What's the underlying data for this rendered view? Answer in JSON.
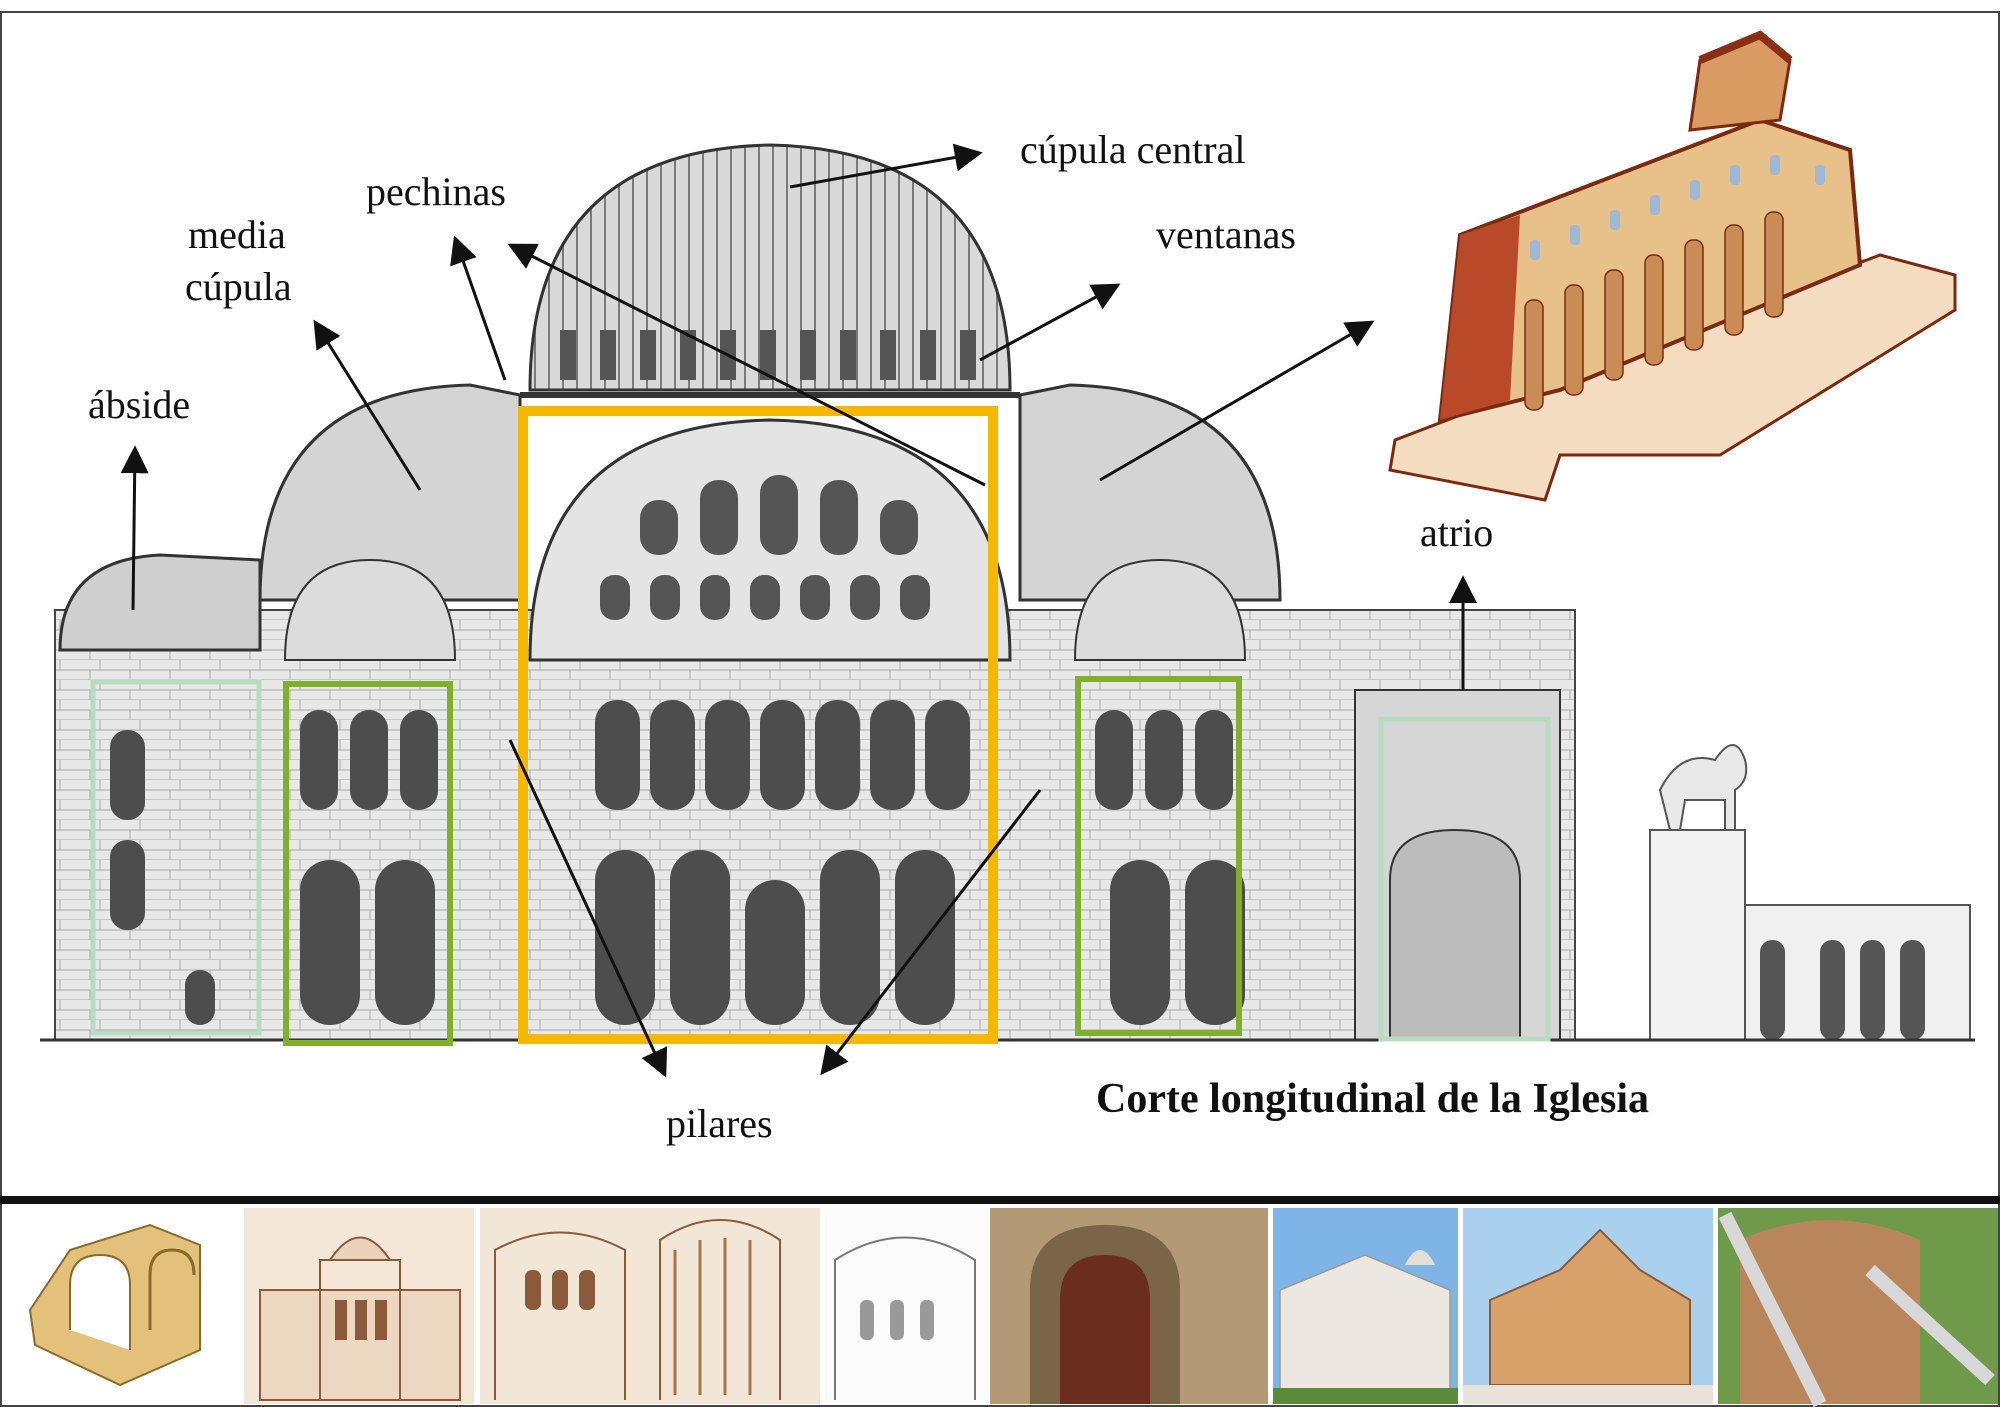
{
  "labels": {
    "cupula_central": "cúpula central",
    "pechinas": "pechinas",
    "media": "media",
    "cupula": "cúpula",
    "ventanas": "ventanas",
    "abside": "ábside",
    "atrio": "atrio",
    "pilares": "pilares"
  },
  "caption": "Corte longitudinal de la Iglesia",
  "colors": {
    "nave_box": "#f5b800",
    "aisle_box": "#7fb02a",
    "end_box": "#b8dcc0",
    "arrow": "#111111"
  },
  "thumbnails": [
    {
      "icon": "vault-model-icon"
    },
    {
      "icon": "facade-drawing-icon"
    },
    {
      "icon": "interior-sections-icon"
    },
    {
      "icon": "interior-drawing-icon"
    },
    {
      "icon": "portal-photo-icon"
    },
    {
      "icon": "pisa-cathedral-icon"
    },
    {
      "icon": "romanesque-church-icon"
    },
    {
      "icon": "apse-photo-icon"
    }
  ]
}
